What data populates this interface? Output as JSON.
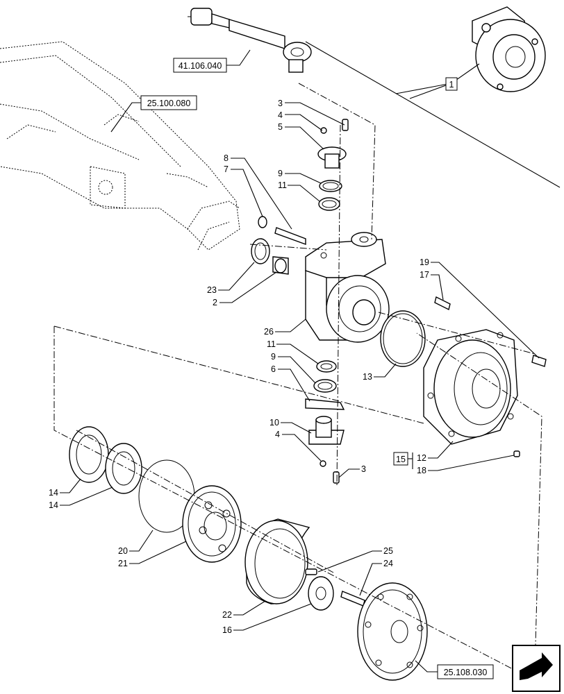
{
  "references": {
    "tie_rod": "41.106.040",
    "axle_housing": "25.100.080",
    "cover": "25.108.030"
  },
  "boxed_labels": {
    "assembly": "1",
    "group_15": "15"
  },
  "callouts": {
    "c3_top": "3",
    "c4_top": "4",
    "c5": "5",
    "c9_top": "9",
    "c11_top": "11",
    "c8": "8",
    "c7": "7",
    "c23": "23",
    "c2": "2",
    "c26": "26",
    "c11_low": "11",
    "c9_low": "9",
    "c6": "6",
    "c10": "10",
    "c4_low": "4",
    "c3_low": "3",
    "c19": "19",
    "c17": "17",
    "c13": "13",
    "c12": "12",
    "c18": "18",
    "c14_a": "14",
    "c14_b": "14",
    "c20": "20",
    "c21": "21",
    "c22": "22",
    "c16": "16",
    "c25": "25",
    "c24": "24"
  },
  "icons": {
    "nav": "next-page-arrow-icon"
  }
}
